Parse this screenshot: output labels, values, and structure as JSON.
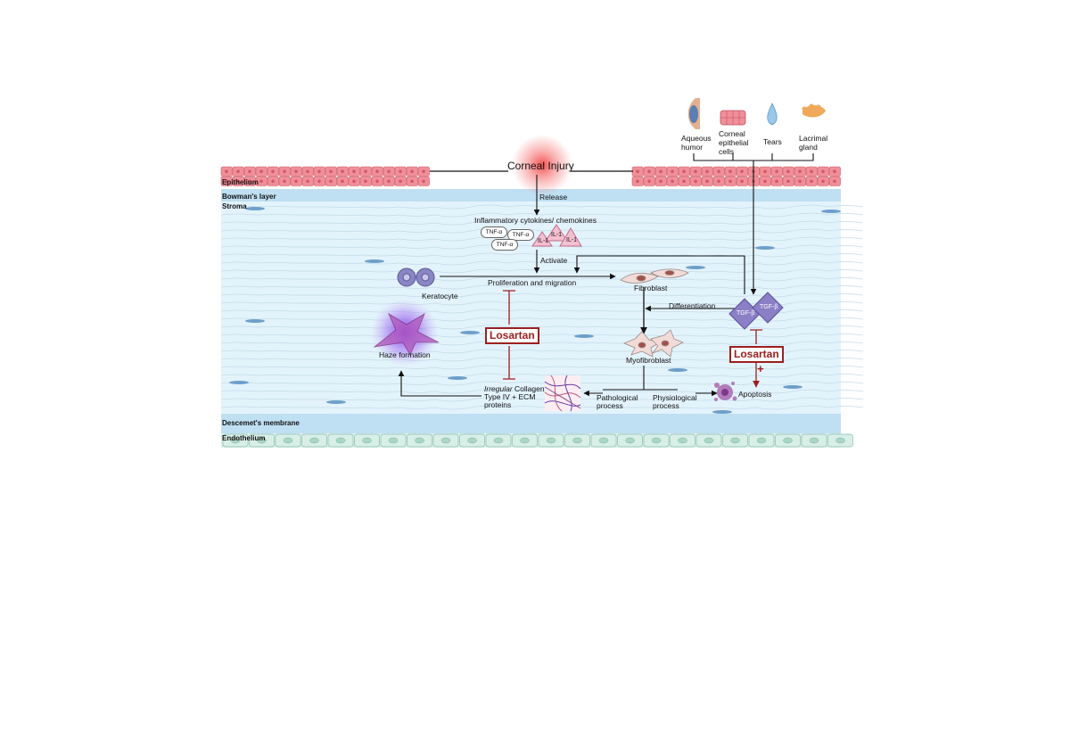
{
  "layers": {
    "epithelium": "Epithelium",
    "bowman": "Bowman's layer",
    "stroma": "Stroma",
    "descemet": "Descemet's membrane",
    "endothelium": "Endothelium"
  },
  "sources": {
    "aqueous": "Aqueous humor",
    "corneal_epi": "Corneal epithelial cells",
    "tears": "Tears",
    "lacrimal": "Lacrimal gland"
  },
  "nodes": {
    "injury": "Corneal Injury",
    "release": "Release",
    "cytokines": "Inflammatory cytokines/ chemokines",
    "activate": "Activate",
    "prolif": "Proliferation and migration",
    "keratocyte": "Keratocyte",
    "fibroblast": "Fibroblast",
    "differentiation": "Differentiation",
    "myofibroblast": "Myofibroblast",
    "haze": "Haze formation",
    "collagen_italic": "Irregular",
    "collagen_rest_1": " Collagen",
    "collagen_rest_2": "Type IV + ECM",
    "collagen_rest_3": "proteins",
    "pathological_1": "Pathological",
    "pathological_2": "process",
    "physiological_1": "Physiological",
    "physiological_2": "process",
    "apoptosis": "Apoptosis",
    "losartan_1": "Losartan",
    "losartan_2": "Losartan",
    "plus": "+"
  },
  "molecules": {
    "tnf_1": "TNF-α",
    "tnf_2": "TNF-α",
    "tnf_3": "TNF-α",
    "il_1": "IL-1",
    "il_2": "IL-1",
    "il_3": "IL-1",
    "tgf_1": "TGF-β",
    "tgf_2": "TGF-β"
  },
  "colors": {
    "epithelium": "#f08f98",
    "bowman": "#bfdff2",
    "stroma": "#e3f3fb",
    "endothelium": "#d8efe7",
    "losartan": "#9b2020",
    "tgf": "#8b7fc6",
    "injury_glow": "#f23a3a",
    "haze_glow": "#8a3cf0"
  }
}
